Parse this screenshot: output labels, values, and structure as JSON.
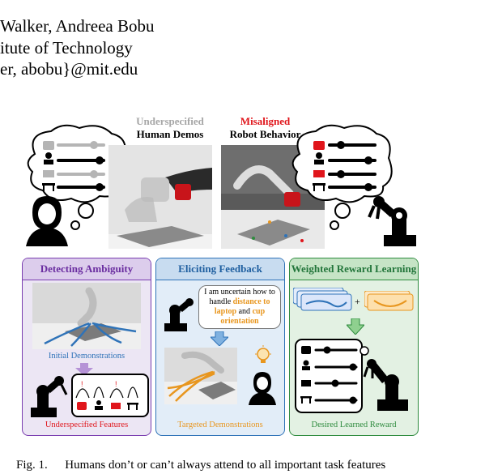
{
  "header": {
    "authors_line": "Walker, Andreea Bobu",
    "affiliation_line": "itute of Technology",
    "email_line": "er, abobu}@mit.edu"
  },
  "top": {
    "demos_label_1": "Underspecified",
    "demos_label_2": "Human Demos",
    "robot_label_1": "Misaligned",
    "robot_label_2": "Robot Behavior"
  },
  "panels": {
    "detect": {
      "title": "Detecting Ambiguity",
      "sub1": "Initial Demonstrations",
      "sub2": "Underspecified Features"
    },
    "elicit": {
      "title": "Eliciting Feedback",
      "bubble_1": "I am uncertain how to",
      "bubble_2": "handle",
      "bubble_3": "distance to",
      "bubble_4": "laptop",
      "bubble_5": "and",
      "bubble_6": "cup",
      "bubble_7": "orientation",
      "sub": "Targeted Demonstrations"
    },
    "reward": {
      "title": "Weighted Reward Learning",
      "plus": "+",
      "sub": "Desired Learned Reward"
    }
  },
  "caption": {
    "label": "Fig. 1.",
    "text": "Humans don’t or can’t always attend to all important task features"
  },
  "colors": {
    "purple": "#7a3db0",
    "blue": "#2f73b8",
    "green": "#2e8b3e",
    "orange": "#e8961e",
    "red": "#e0151b"
  }
}
